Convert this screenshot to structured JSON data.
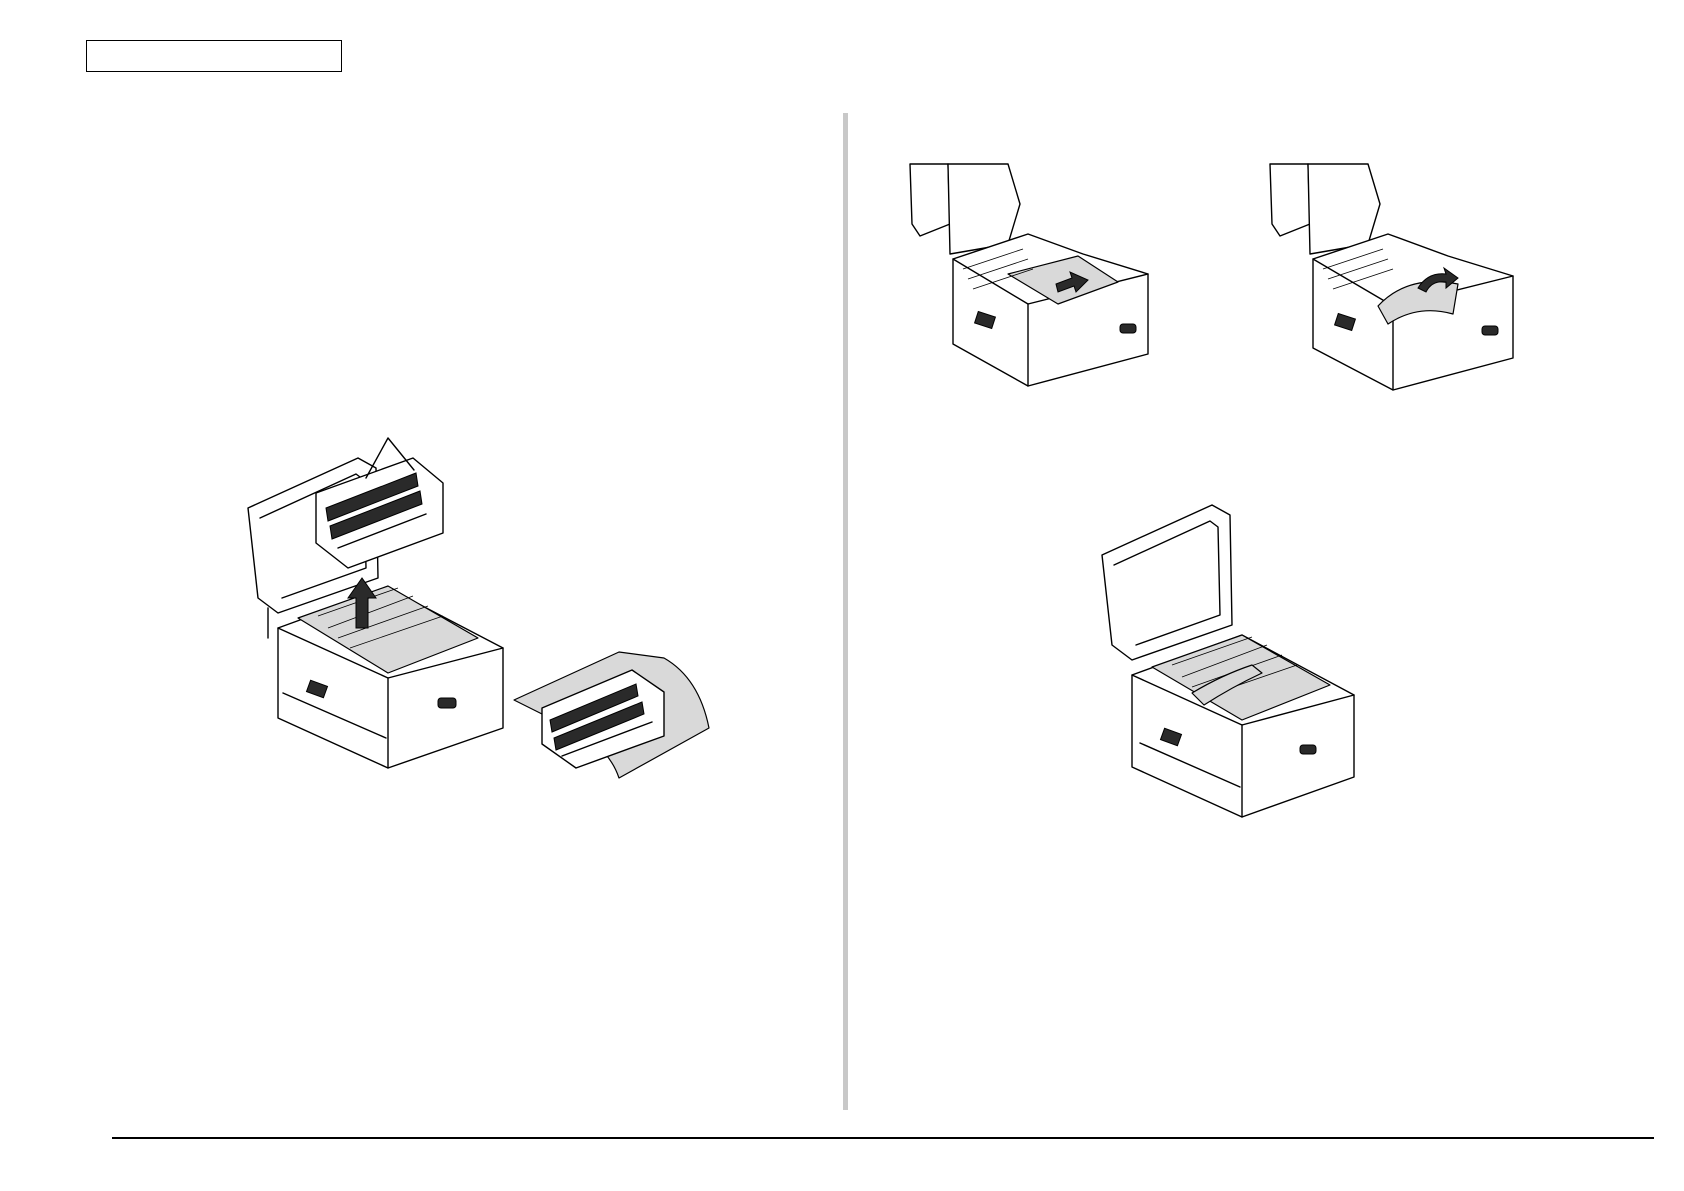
{
  "page": {
    "header_box_text": "",
    "footer_text": ""
  },
  "figures": [
    {
      "id": "remove-image-drums",
      "description_icon": "printer-open-drum-lift-icon"
    },
    {
      "id": "drum-unit-closeup",
      "description_icon": "drum-unit-icon"
    },
    {
      "id": "paper-jam-slide-out",
      "description_icon": "printer-paper-slide-icon"
    },
    {
      "id": "paper-jam-lift-out",
      "description_icon": "printer-paper-lift-icon"
    },
    {
      "id": "paper-jam-inner-remove",
      "description_icon": "printer-paper-inner-icon"
    }
  ],
  "colors": {
    "divider": "#c8c8c8",
    "shade": "#d9d9d9",
    "line": "#000000"
  }
}
